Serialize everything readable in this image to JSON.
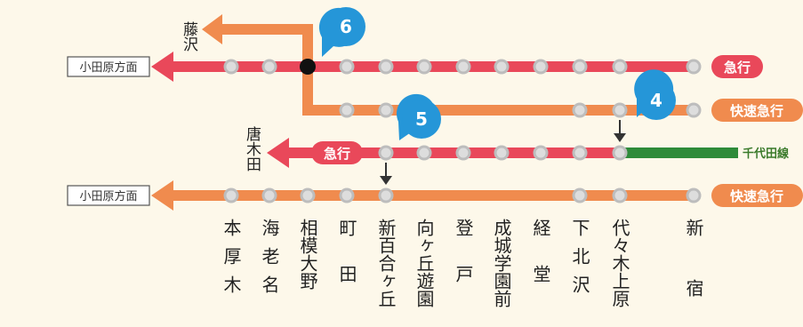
{
  "destinations": {
    "odawara_label": "小田原方面",
    "fujisawa_label": "藤沢",
    "karakida_label": "唐木田",
    "chiyoda_label": "千代田線"
  },
  "services": {
    "express": "急行",
    "rapid_express": "快速急行"
  },
  "markers": [
    "6",
    "4",
    "5"
  ],
  "stations": [
    "本厚木",
    "海老名",
    "相模大野",
    "町田",
    "新百合ヶ丘",
    "向ヶ丘遊園",
    "登戸",
    "成城学園前",
    "経堂",
    "下北沢",
    "代々木上原",
    "新宿"
  ],
  "colors": {
    "express": "#e9485a",
    "rapid": "#f08b4e",
    "chiyoda": "#2e8b3a",
    "marker": "#2596d8",
    "background": "#fdf8ea"
  }
}
